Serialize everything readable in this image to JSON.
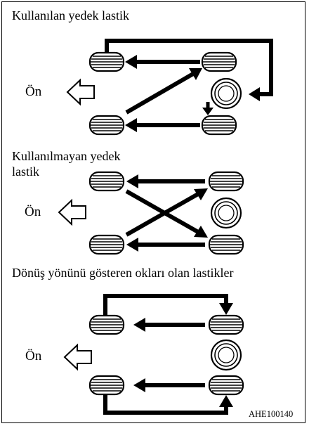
{
  "sections": [
    {
      "title": "Kullanılan yedek lastik",
      "front_label": "Ön"
    },
    {
      "title_line1": "Kullanılmayan yedek",
      "title_line2": "lastik",
      "front_label": "Ön"
    },
    {
      "title": "Dönüş yönünü gösteren okları olan lastikler",
      "front_label": "Ön"
    }
  ],
  "figure_code": "AHE100140",
  "colors": {
    "ink": "#000000",
    "background": "#ffffff"
  }
}
